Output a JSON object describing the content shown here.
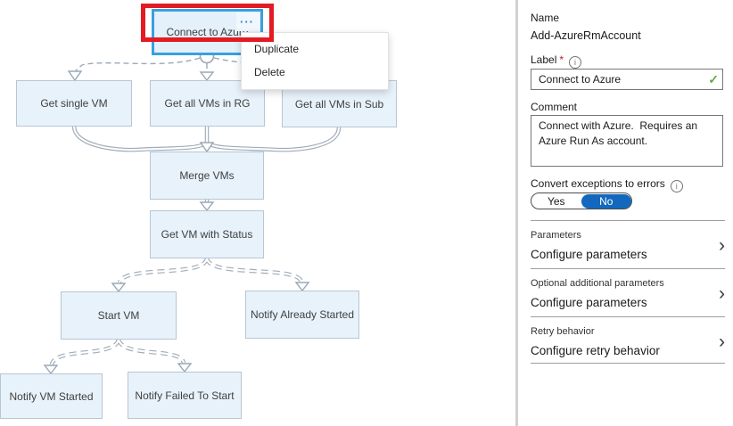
{
  "canvas": {
    "nodes": [
      {
        "id": "connect-to-azure",
        "label": "Connect to Azure",
        "selected": true
      },
      {
        "id": "get-single-vm",
        "label": "Get single VM"
      },
      {
        "id": "get-all-vms-in-rg",
        "label": "Get all VMs in RG"
      },
      {
        "id": "get-all-vms-in-sub",
        "label": "Get all VMs in Sub"
      },
      {
        "id": "merge-vms",
        "label": "Merge VMs"
      },
      {
        "id": "get-vm-with-status",
        "label": "Get VM with Status"
      },
      {
        "id": "start-vm",
        "label": "Start VM"
      },
      {
        "id": "notify-already-started",
        "label": "Notify Already Started"
      },
      {
        "id": "notify-vm-started",
        "label": "Notify VM Started"
      },
      {
        "id": "notify-failed-to-start",
        "label": "Notify Failed To Start"
      }
    ],
    "context_menu": {
      "items": [
        {
          "label": "Duplicate"
        },
        {
          "label": "Delete"
        }
      ]
    }
  },
  "panel": {
    "name_label": "Name",
    "name_value": "Add-AzureRmAccount",
    "label_label": "Label",
    "required_marker": "*",
    "label_value": "Connect to Azure",
    "comment_label": "Comment",
    "comment_value": "Connect with Azure.  Requires an Azure Run As account.",
    "convert_label": "Convert exceptions to errors",
    "toggle": {
      "yes": "Yes",
      "no": "No",
      "selected": "No"
    },
    "sections": [
      {
        "title": "Parameters",
        "value": "Configure parameters"
      },
      {
        "title": "Optional additional parameters",
        "value": "Configure parameters"
      },
      {
        "title": "Retry behavior",
        "value": "Configure retry behavior"
      }
    ]
  },
  "icons": {
    "ellipsis": "···",
    "info": "i",
    "check": "✓",
    "chevron": "›"
  },
  "colors": {
    "selection_blue": "#38a1de",
    "toggle_blue": "#1168bd",
    "annotation_red": "#e31b23",
    "node_fill": "#e8f2fb",
    "node_border": "#b7c6d4",
    "connector_gray": "#9fabb8",
    "check_green": "#62a84c",
    "required_red": "#a4262c"
  }
}
